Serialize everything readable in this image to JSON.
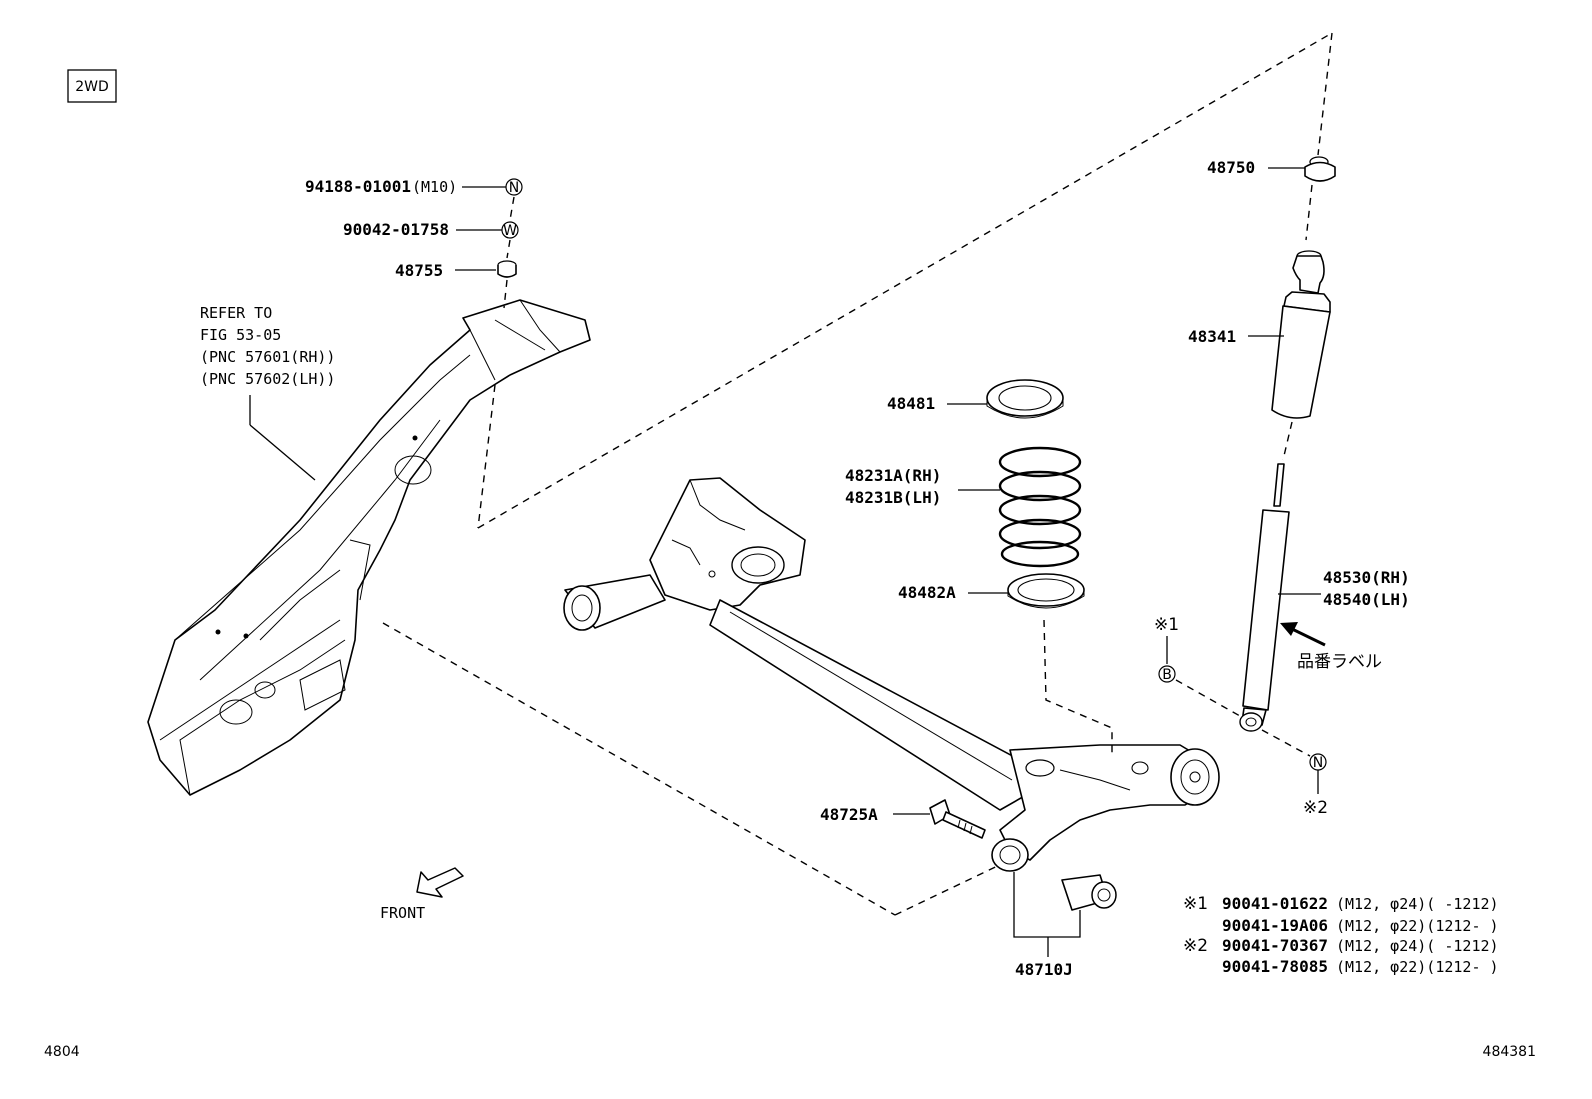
{
  "badge": "2WD",
  "labels": {
    "p94188": "94188-01001",
    "p94188_size": "(M10)",
    "p90042": "90042-01758",
    "p48755": "48755",
    "refer1": "REFER TO",
    "refer2": "FIG 53-05",
    "refer3": "(PNC 57601(RH))",
    "refer4": "(PNC 57602(LH))",
    "p48750": "48750",
    "p48341": "48341",
    "p48481": "48481",
    "p48231a": "48231A(RH)",
    "p48231b": "48231B(LH)",
    "p48482a": "48482A",
    "p48530": "48530(RH)",
    "p48540": "48540(LH)",
    "jp_label": "品番ラベル",
    "ref1_mark": "※1",
    "ref2_mark": "※2",
    "p48725a": "48725A",
    "front": "FRONT",
    "p48710j": "48710J"
  },
  "symbols": {
    "nut": "N",
    "washer": "W",
    "bolt": "B"
  },
  "notes": [
    {
      "mark": "※1",
      "part": "90041-01622",
      "spec": "(M12, φ24)(      -1212)"
    },
    {
      "mark": "",
      "part": "90041-19A06",
      "spec": "(M12, φ22)(1212-      )"
    },
    {
      "mark": "※2",
      "part": "90041-70367",
      "spec": "(M12, φ24)(      -1212)"
    },
    {
      "mark": "",
      "part": "90041-78085",
      "spec": "(M12, φ22)(1212-      )"
    }
  ],
  "footer": {
    "left": "4804",
    "right": "484381"
  }
}
